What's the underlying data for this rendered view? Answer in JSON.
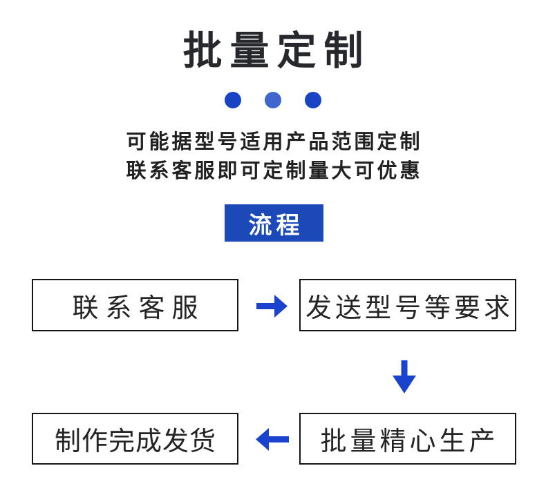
{
  "header": {
    "title": "批量定制",
    "dots": [
      {
        "name": "dot-1",
        "color": "#1843c4"
      },
      {
        "name": "dot-2",
        "color": "#4066cd"
      },
      {
        "name": "dot-3",
        "color": "#1843c4"
      }
    ],
    "subtitle_line1": "可能据型号适用产品范围定制",
    "subtitle_line2": "联系客服即可定制量大可优惠"
  },
  "process": {
    "label": "流程",
    "label_bg": "#1b49b7",
    "arrow_color": "#1a43cd",
    "steps": [
      {
        "order": 1,
        "label": "联系客服"
      },
      {
        "order": 2,
        "label": "发送型号等要求"
      },
      {
        "order": 3,
        "label": "批量精心生产"
      },
      {
        "order": 4,
        "label": "制作完成发货"
      }
    ],
    "arrows": [
      {
        "direction": "right"
      },
      {
        "direction": "down"
      },
      {
        "direction": "left"
      }
    ]
  }
}
